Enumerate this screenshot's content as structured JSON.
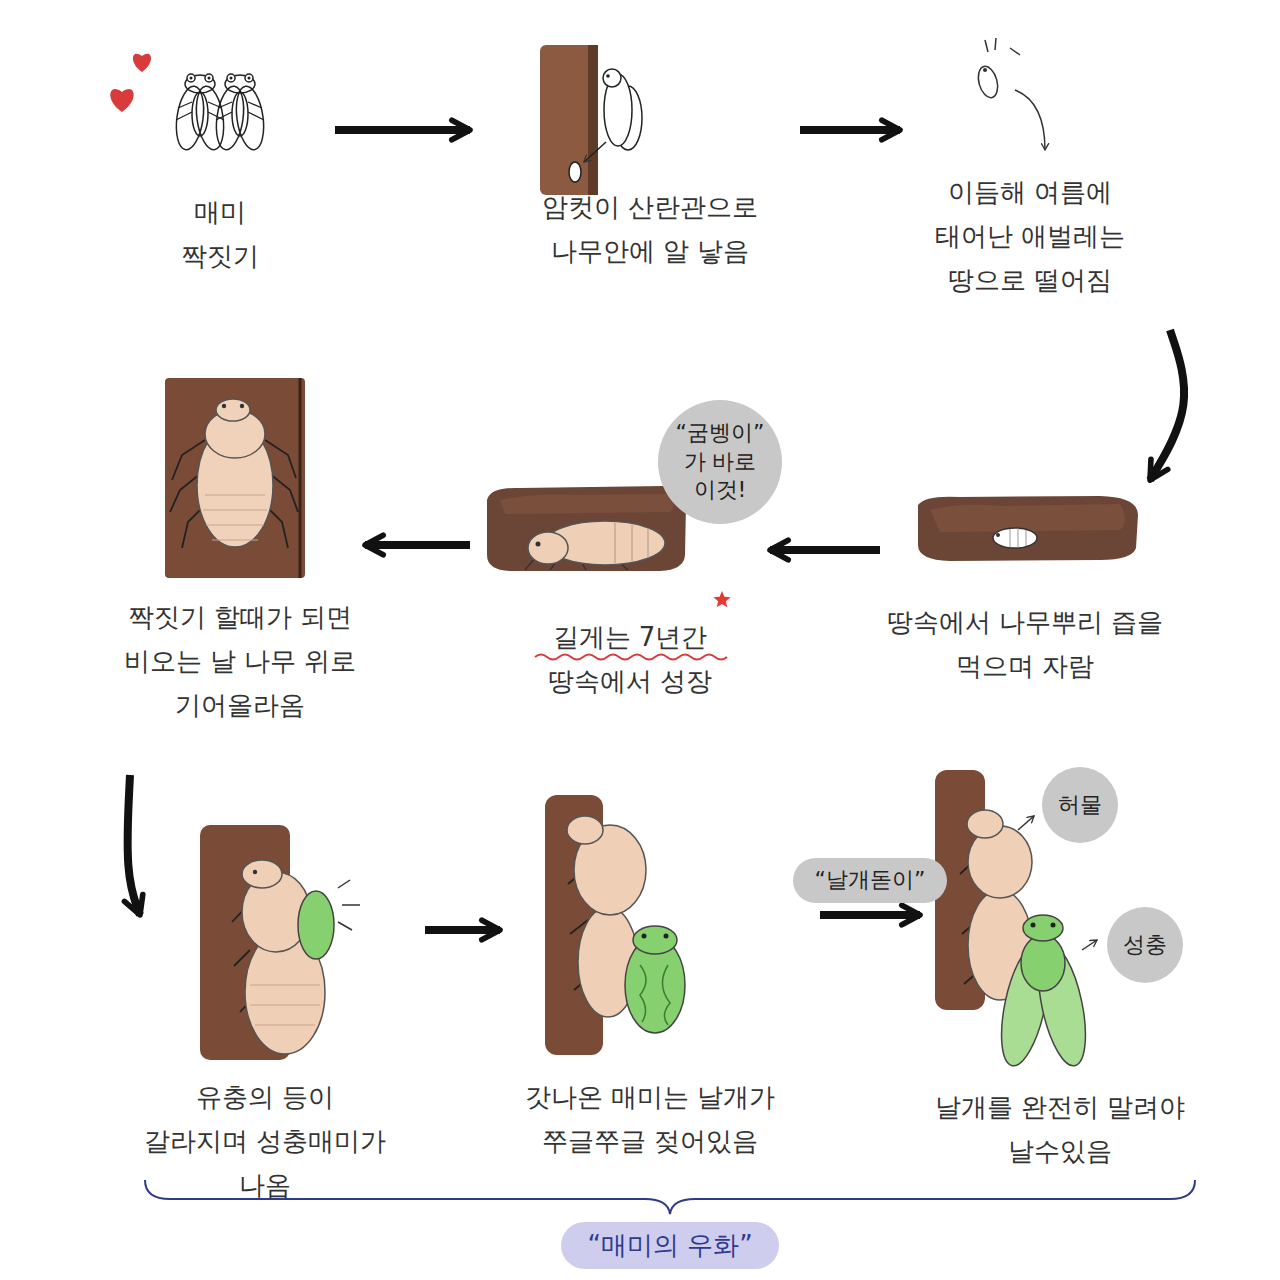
{
  "diagram": {
    "caption": "“매미의 우화”",
    "nodes": [
      {
        "text": [
          "매미 짝짓기"
        ]
      },
      {
        "text": [
          "암컷이 산란관으로 나무안에 알 낳음"
        ]
      },
      {
        "text": [
          "이듬해 여름에 태어난 애벌레는 땅으로 떨어짐"
        ]
      },
      {
        "text": [
          "땅속에서 나무뿌리 즙을 먹으며 자람"
        ]
      },
      {
        "text": [
          "“굼벵이” 가 바로 이것!"
        ]
      },
      {
        "text": [
          "길게는 7년간 땅속에서 성장"
        ]
      },
      {
        "text": [
          "짝짓기 할때가 되면 비오는 날 나무 위로 기어올라옴"
        ]
      },
      {
        "text": [
          "유충의 등이 갈라지며 성충매미가 나옴"
        ]
      },
      {
        "text": [
          "갓나온 매미는 날개가 쭈글쭈글 젖어있음"
        ]
      },
      {
        "text": [
          "날개를 완전히 말려야 날수있음"
        ]
      },
      {
        "text": [
          "허물"
        ],
        "in": 9
      },
      {
        "text": [
          "성충"
        ],
        "in": 9
      }
    ],
    "edges": [
      {
        "from": 0,
        "to": 1,
        "arrow": "to"
      },
      {
        "from": 1,
        "to": 2,
        "arrow": "to"
      },
      {
        "from": 2,
        "to": 3,
        "arrow": "to"
      },
      {
        "from": 3,
        "to": 5,
        "arrow": "to"
      },
      {
        "from": 5,
        "to": 6,
        "arrow": "to"
      },
      {
        "from": 6,
        "to": 7,
        "arrow": "to"
      },
      {
        "from": 7,
        "to": 8,
        "arrow": "to"
      },
      {
        "from": 8,
        "to": 9,
        "label": "“날개돋이”",
        "arrow": "to"
      }
    ]
  }
}
